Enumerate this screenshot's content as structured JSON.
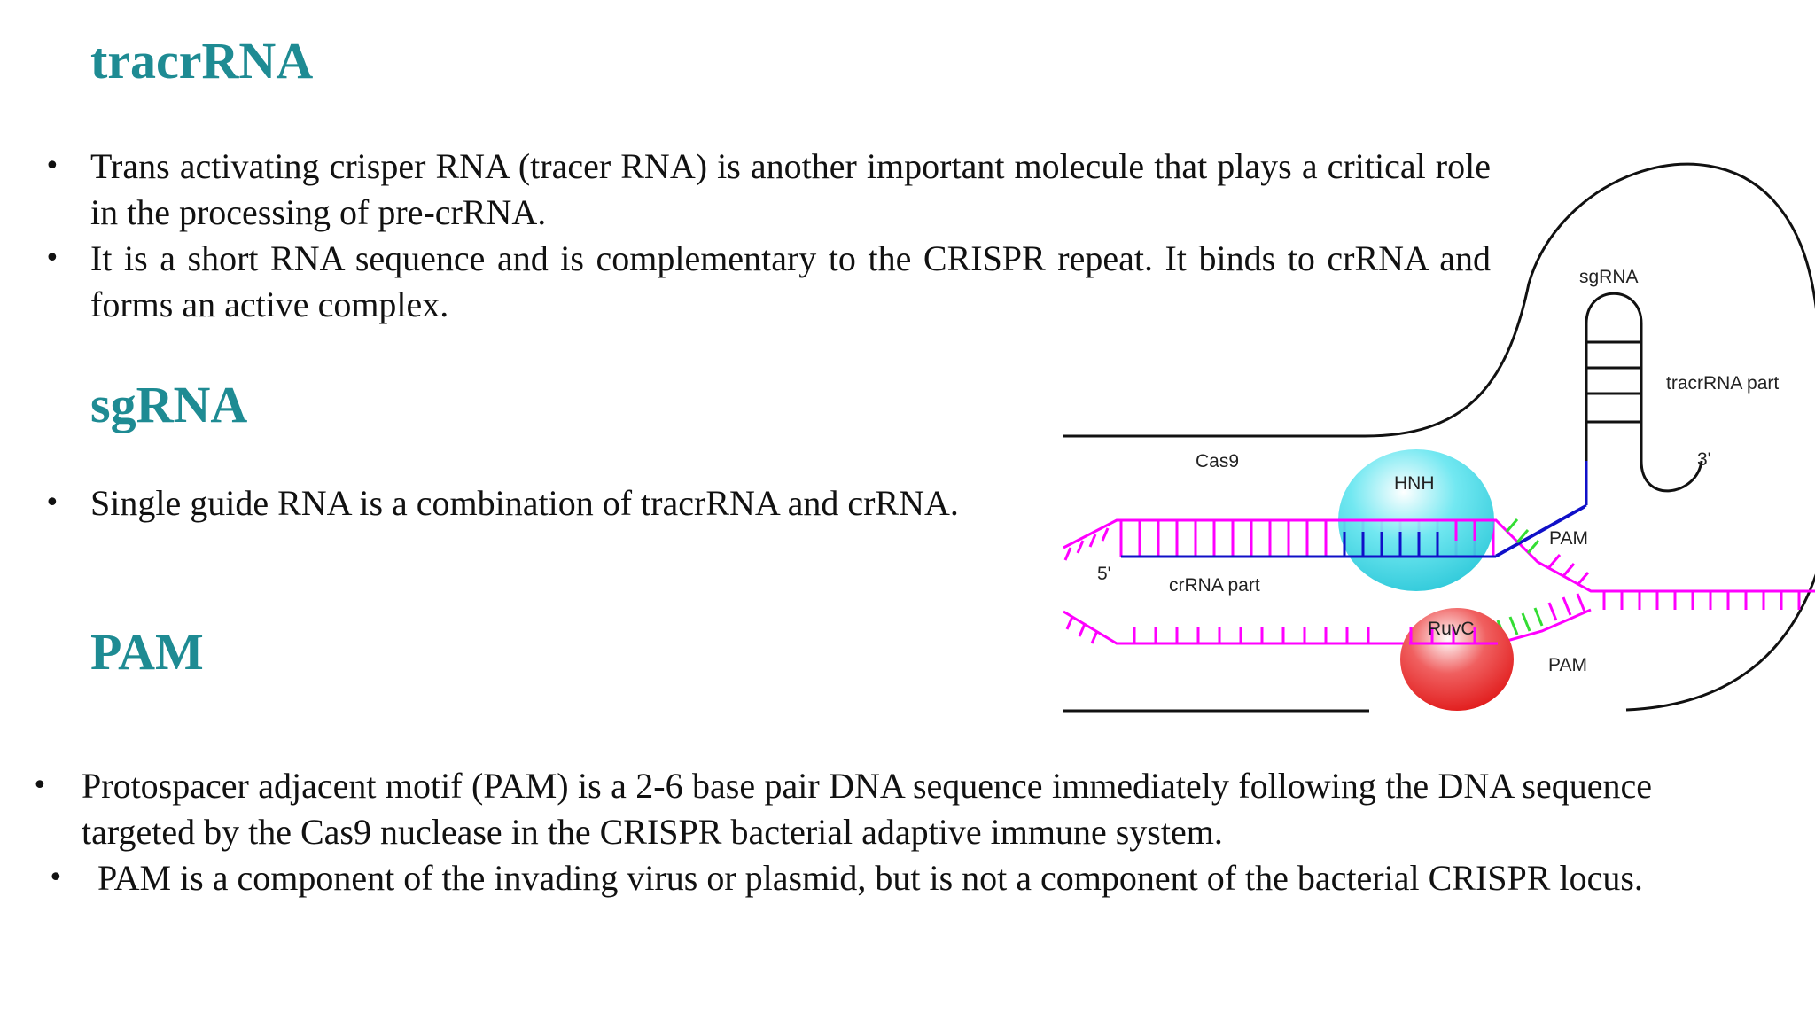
{
  "sections": {
    "tracrrna": {
      "heading": "tracrRNA",
      "bullets": [
        "Trans activating crisper RNA (tracer RNA) is another important molecule that plays a critical role in the processing of pre-crRNA.",
        "It is a short RNA sequence and is complementary to the CRISPR repeat. It binds to crRNA and forms an active complex."
      ]
    },
    "sgrna": {
      "heading": "sgRNA",
      "bullets": [
        "Single guide RNA is a combination of tracrRNA and crRNA."
      ]
    },
    "pam": {
      "heading": "PAM",
      "bullets": [
        "Protospacer adjacent motif (PAM) is a 2-6 base pair DNA sequence immediately following the DNA sequence targeted by the Cas9 nuclease in the CRISPR bacterial adaptive immune system.",
        "PAM is a component of the invading virus or plasmid, but is not a component of the bacterial CRISPR locus."
      ]
    }
  },
  "diagram": {
    "labels": {
      "sgrna": "sgRNA",
      "tracrrna_part": "tracrRNA part",
      "three_prime": "3'",
      "cas9": "Cas9",
      "hnh": "HNH",
      "pam_top": "PAM",
      "five_prime": "5'",
      "crrna_part": "crRNA part",
      "ruvc": "RuvC",
      "pam_bottom": "PAM"
    },
    "colors": {
      "dna_strand": "#ff00ff",
      "crrna_strand": "#1010c8",
      "pam": "#33dd33",
      "hnh_domain": "#33ccdd",
      "ruvc_domain": "#ee2222",
      "cas9_outline": "#111111"
    }
  }
}
